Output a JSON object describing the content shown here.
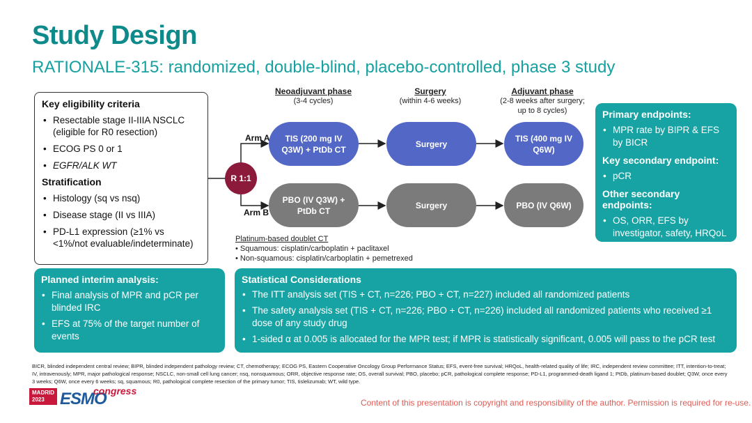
{
  "title": "Study Design",
  "subtitle": "RATIONALE-315: randomized, double-blind, placebo-controlled, phase 3 study",
  "eligibility": {
    "header": "Key eligibility criteria",
    "items": [
      "Resectable stage II-IIIA NSCLC (eligible for R0 resection)",
      "ECOG PS 0 or 1",
      "EGFR/ALK WT"
    ],
    "stratification_header": "Stratification",
    "stratification": [
      "Histology (sq vs nsq)",
      "Disease stage (II vs IIIA)",
      "PD-L1 expression (≥1% vs <1%/not evaluable/indeterminate)"
    ]
  },
  "phases": {
    "neoadjuvant": {
      "title": "Neoadjuvant phase",
      "detail": "(3-4 cycles)"
    },
    "surgery": {
      "title": "Surgery",
      "detail": "(within 4-6 weeks)"
    },
    "adjuvant": {
      "title": "Adjuvant phase",
      "detail1": "(2-8 weeks after surgery;",
      "detail2": "up to 8 cycles)"
    }
  },
  "randomization": "R 1:1",
  "arm_a": {
    "label": "Arm A",
    "neo": "TIS (200 mg IV Q3W) + PtDb CT",
    "surgery": "Surgery",
    "adj": "TIS (400 mg IV Q6W)"
  },
  "arm_b": {
    "label": "Arm B",
    "neo": "PBO (IV Q3W) + PtDb CT",
    "surgery": "Surgery",
    "adj": "PBO (IV Q6W)"
  },
  "platinum": {
    "title": "Platinum-based doublet CT",
    "items": [
      "• Squamous: cisplatin/carboplatin + paclitaxel",
      "• Non-squamous: cisplatin/carboplatin + pemetrexed"
    ]
  },
  "endpoints": {
    "primary_header": "Primary endpoints:",
    "primary": [
      "MPR rate by BIPR & EFS by BICR"
    ],
    "key_secondary_header": "Key secondary endpoint:",
    "key_secondary": [
      "pCR"
    ],
    "other_header": "Other secondary endpoints:",
    "other": [
      "OS, ORR, EFS by investigator, safety, HRQoL"
    ]
  },
  "interim": {
    "header": "Planned interim analysis:",
    "items": [
      "Final analysis of MPR and pCR per blinded IRC",
      "EFS at 75% of the target number of events"
    ]
  },
  "stats": {
    "header": "Statistical Considerations",
    "items": [
      "The ITT analysis set (TIS + CT, n=226; PBO + CT, n=227) included all randomized patients",
      "The safety analysis set (TIS + CT, n=226; PBO + CT, n=226) included all randomized patients who received ≥1 dose of any study drug",
      "1-sided α at 0.005 is allocated for the MPR test; if MPR is statistically significant, 0.005 will pass to the pCR test"
    ]
  },
  "footnote": "BICR, blinded independent central review; BIPR, blinded independent pathology review; CT, chemotherapy; ECOG PS, Eastern Cooperative Oncology Group Performance Status; EFS, event-free survival; HRQoL, health-related quality of life; IRC, independent review committee; ITT, intention-to-treat; IV, intravenously; MPR, major pathological response; NSCLC, non-small cell lung cancer; nsq, nonsquamous; ORR, objective response rate; OS, overall survival; PBO, placebo; pCR, pathological complete response; PD-L1, programmed-death ligand 1; PtDb, platinum-based doublet; Q3W, once every 3 weeks; Q6W, once every 6 weeks; sq, squamous; R0, pathological complete resection of the primary tumor; TIS, tislelizumab; WT, wild type.",
  "copyright": "Content of this presentation is copyright and responsibility of the author. Permission is required for re-use.",
  "logo": {
    "city": "MADRID",
    "year": "2023",
    "brand": "ESMO",
    "word": "congress"
  },
  "colors": {
    "teal": "#17a3a3",
    "title": "#0f8a8a",
    "blue": "#5368c6",
    "gray": "#7b7b7b",
    "randomization": "#8b1a3b"
  }
}
